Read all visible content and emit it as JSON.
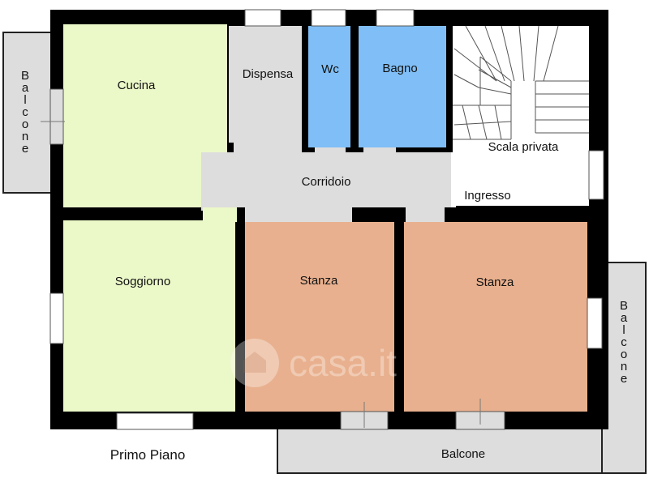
{
  "rooms": {
    "cucina": "Cucina",
    "dispensa": "Dispensa",
    "wc": "Wc",
    "bagno": "Bagno",
    "scala": "Scala privata",
    "corridoio": "Corridoio",
    "ingresso": "Ingresso",
    "soggiorno": "Soggiorno",
    "stanza_1": "Stanza",
    "stanza_2": "Stanza",
    "balcone_left": "Balcone",
    "balcone_right": "Balcone",
    "balcone_bottom": "Balcone"
  },
  "floor_label": "Primo Piano",
  "watermark": "casa.it",
  "colors": {
    "wall": "#000000",
    "kitchen_living": "#ebf8c8",
    "service": "#dddddd",
    "bath": "#7fbef6",
    "bedroom": "#e8b08e",
    "balcony": "#dddddd",
    "stair": "#ffffff"
  }
}
